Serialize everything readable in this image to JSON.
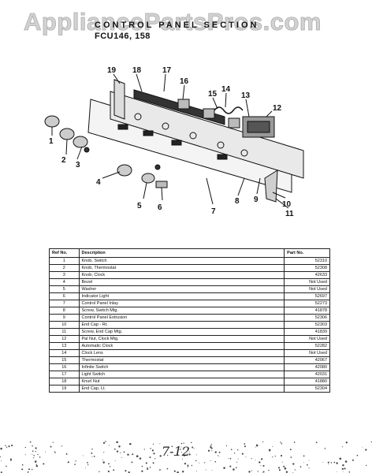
{
  "watermark": "AppliancePartsPros.com",
  "section_title": "CONTROL PANEL SECTION",
  "model_line": "FCU146, 158",
  "diagram_callouts": [
    "1",
    "2",
    "3",
    "4",
    "5",
    "6",
    "7",
    "8",
    "9",
    "10",
    "11",
    "12",
    "13",
    "14",
    "15",
    "16",
    "17",
    "18",
    "19"
  ],
  "parts_table": {
    "headers": [
      "Ref No.",
      "Description",
      "Part No."
    ],
    "rows": [
      {
        "ref": "1",
        "desc": "Knob, Switch",
        "part": "52310"
      },
      {
        "ref": "2",
        "desc": "Knob, Thermostat",
        "part": "52308"
      },
      {
        "ref": "3",
        "desc": "Knob, Clock",
        "part": "42633"
      },
      {
        "ref": "4",
        "desc": "Bezel",
        "part": "Not Used"
      },
      {
        "ref": "5",
        "desc": "Washer",
        "part": "Not Used"
      },
      {
        "ref": "6",
        "desc": "Indicator Light",
        "part": "52697"
      },
      {
        "ref": "7",
        "desc": "Control Panel Inlay",
        "part": "52273"
      },
      {
        "ref": "8",
        "desc": "Screw, Switch Mtg.",
        "part": "41878"
      },
      {
        "ref": "9",
        "desc": "Control Panel Extrusion",
        "part": "52306"
      },
      {
        "ref": "10",
        "desc": "End Cap - Rt.",
        "part": "52303"
      },
      {
        "ref": "11",
        "desc": "Screw, End Cap Mtg.",
        "part": "41839"
      },
      {
        "ref": "12",
        "desc": "Pal Nut, Clock Mtg.",
        "part": "Not Used"
      },
      {
        "ref": "13",
        "desc": "Automatic Clock",
        "part": "52282"
      },
      {
        "ref": "14",
        "desc": "Clock Lens",
        "part": "Not Used"
      },
      {
        "ref": "15",
        "desc": "Thermostat",
        "part": "42067"
      },
      {
        "ref": "16",
        "desc": "Infinite Switch",
        "part": "42080"
      },
      {
        "ref": "17",
        "desc": "Light Switch",
        "part": "42031"
      },
      {
        "ref": "18",
        "desc": "Knurl Nut",
        "part": "41880"
      },
      {
        "ref": "19",
        "desc": "End Cap, Lt.",
        "part": "52304"
      }
    ]
  },
  "handwritten_note": "7-12"
}
